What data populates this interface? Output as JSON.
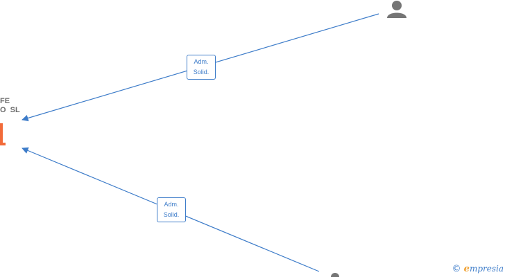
{
  "company": {
    "line1": "FE",
    "line2": "O  SL"
  },
  "edges": [
    {
      "from": "person-top",
      "to": "company",
      "role_line1": "Adm.",
      "role_line2": "Solid."
    },
    {
      "from": "person-bottom",
      "to": "company",
      "role_line1": "Adm.",
      "role_line2": "Solid."
    }
  ],
  "watermark": {
    "copyright": "©",
    "brand_initial": "e",
    "brand_rest": "mpresia"
  },
  "colors": {
    "edge": "#3d7cc9",
    "node_icon": "#757575",
    "company_icon": "#f26b3a",
    "brand_accent": "#f0a030"
  }
}
